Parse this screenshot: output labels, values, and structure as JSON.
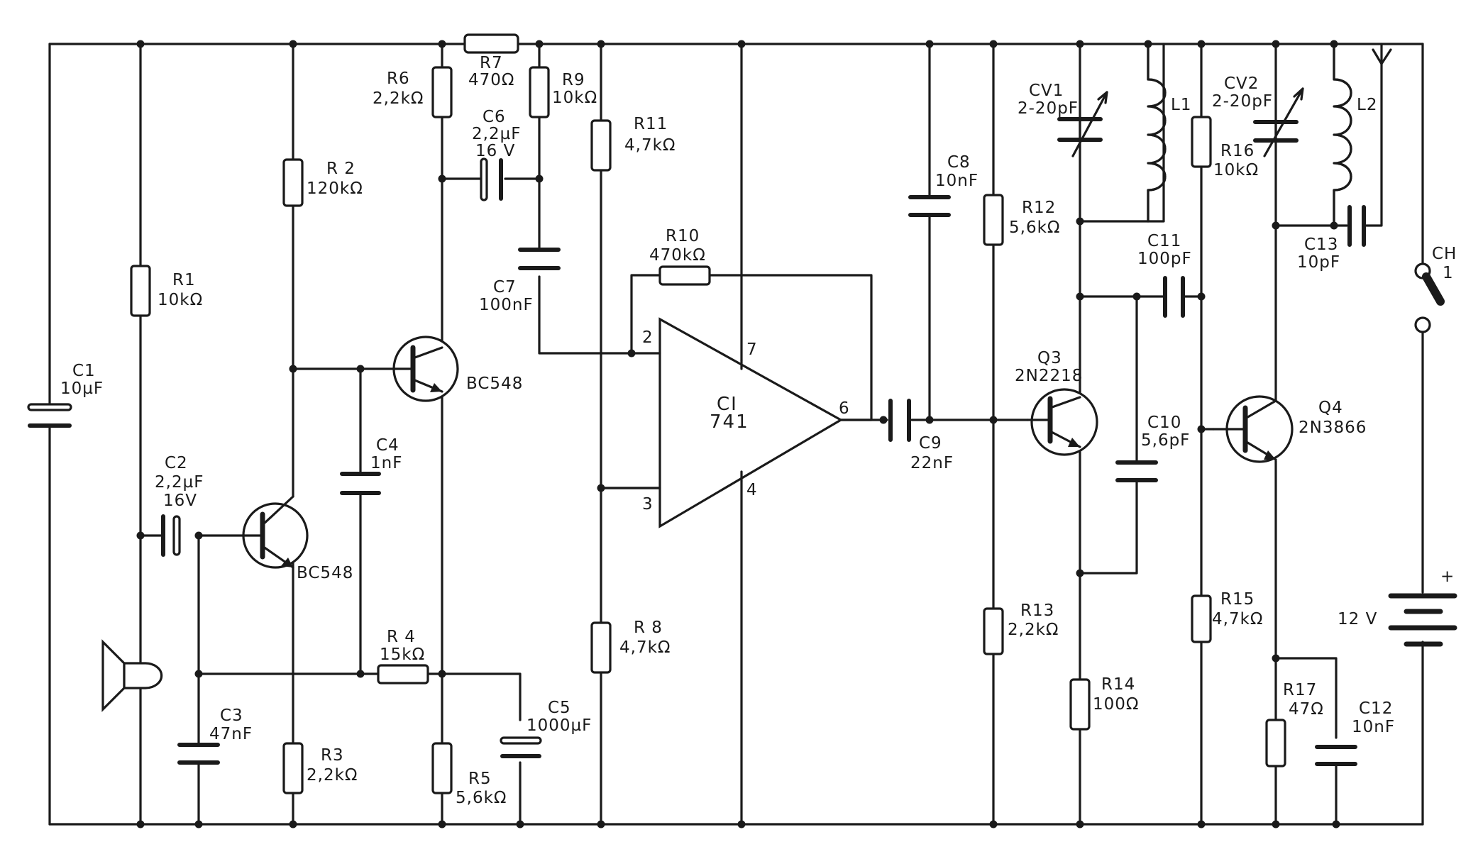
{
  "components": {
    "R1": {
      "ref": "R1",
      "value": "10kΩ"
    },
    "R2": {
      "ref": "R 2",
      "value": "120kΩ"
    },
    "R3": {
      "ref": "R3",
      "value": "2,2kΩ"
    },
    "R4": {
      "ref": "R 4",
      "value": "15kΩ"
    },
    "R5": {
      "ref": "R5",
      "value": "5,6kΩ"
    },
    "R6": {
      "ref": "R6",
      "value": "2,2kΩ"
    },
    "R7": {
      "ref": "R7",
      "value": "470Ω"
    },
    "R8": {
      "ref": "R 8",
      "value": "4,7kΩ"
    },
    "R9": {
      "ref": "R9",
      "value": "10kΩ"
    },
    "R10": {
      "ref": "R10",
      "value": "470kΩ"
    },
    "R11": {
      "ref": "R11",
      "value": "4,7kΩ"
    },
    "R12": {
      "ref": "R12",
      "value": "5,6kΩ"
    },
    "R13": {
      "ref": "R13",
      "value": "2,2kΩ"
    },
    "R14": {
      "ref": "R14",
      "value": "100Ω"
    },
    "R15": {
      "ref": "R15",
      "value": "4,7kΩ"
    },
    "R16": {
      "ref": "R16",
      "value": "10kΩ"
    },
    "R17": {
      "ref": "R17",
      "value": "47Ω"
    },
    "C1": {
      "ref": "C1",
      "value": "10µF"
    },
    "C2": {
      "ref": "C2",
      "value": "2,2µF",
      "voltage": "16V"
    },
    "C3": {
      "ref": "C3",
      "value": "47nF"
    },
    "C4": {
      "ref": "C4",
      "value": "1nF"
    },
    "C5": {
      "ref": "C5",
      "value": "1000µF"
    },
    "C6": {
      "ref": "C6",
      "value": "2,2µF",
      "voltage": "16 V"
    },
    "C7": {
      "ref": "C7",
      "value": "100nF"
    },
    "C8": {
      "ref": "C8",
      "value": "10nF"
    },
    "C9": {
      "ref": "C9",
      "value": "22nF"
    },
    "C10": {
      "ref": "C10",
      "value": "5,6pF"
    },
    "C11": {
      "ref": "C11",
      "value": "100pF"
    },
    "C12": {
      "ref": "C12",
      "value": "10nF"
    },
    "C13": {
      "ref": "C13",
      "value": "10pF"
    },
    "CV1": {
      "ref": "CV1",
      "value": "2-20pF"
    },
    "CV2": {
      "ref": "CV2",
      "value": "2-20pF"
    },
    "L1": {
      "ref": "L1"
    },
    "L2": {
      "ref": "L2"
    },
    "Q1": {
      "part": "BC548"
    },
    "Q2": {
      "part": "BC548"
    },
    "Q3": {
      "ref": "Q3",
      "part": "2N2218"
    },
    "Q4": {
      "ref": "Q4",
      "part": "2N3866"
    },
    "IC": {
      "ref": "CI",
      "part": "741",
      "pin2": "2",
      "pin3": "3",
      "pin4": "4",
      "pin6": "6",
      "pin7": "7"
    },
    "CH": {
      "ref": "CH",
      "num": "1"
    },
    "BAT": {
      "plus": "+",
      "voltage": "12 V"
    }
  },
  "colors": {
    "ink": "#1a1a1a",
    "paper": "#ffffff"
  }
}
